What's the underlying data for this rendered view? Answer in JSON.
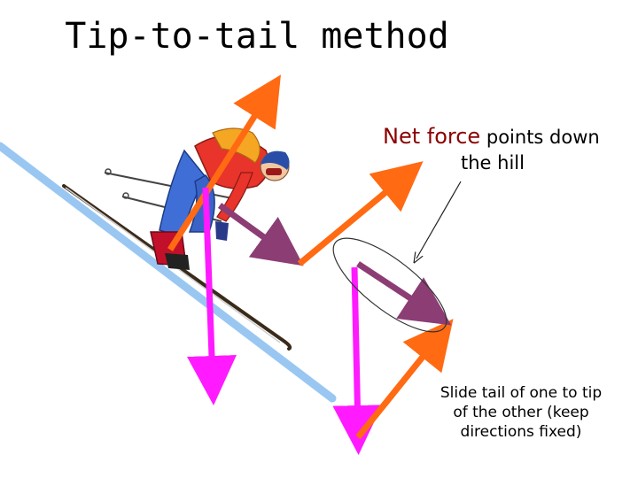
{
  "title": "Tip-to-tail method",
  "net_force": {
    "strong": "Net force",
    "rest": " points down",
    "line2": "the hill"
  },
  "note": {
    "line1": "Slide tail of one to tip",
    "line2": "of the other (keep",
    "line3": "directions fixed)"
  },
  "colors": {
    "slope": "#99c7f2",
    "normal_force": "#ff6a13",
    "gravity": "#ff1aff",
    "net_force": "#8c3d74",
    "ski": "#3a2a1a"
  }
}
